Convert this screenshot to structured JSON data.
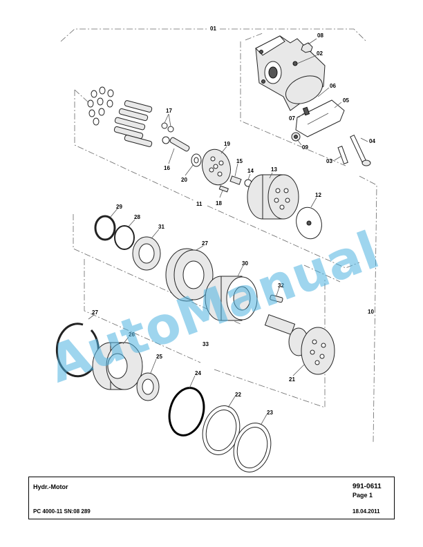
{
  "watermark": "AutoManual",
  "callouts": [
    "01",
    "02",
    "03",
    "04",
    "05",
    "06",
    "07",
    "08",
    "09",
    "10",
    "11",
    "12",
    "13",
    "14",
    "15",
    "16",
    "17",
    "18",
    "19",
    "20",
    "21",
    "22",
    "23",
    "24",
    "25",
    "26",
    "27",
    "27",
    "28",
    "29",
    "30",
    "31",
    "32",
    "33"
  ],
  "title_block": {
    "title": "Hydr.-Motor",
    "doc_number": "991-0611",
    "page": "Page 1",
    "machine": "PC 4000-11 SN:08 289",
    "date": "18.04.2011"
  }
}
